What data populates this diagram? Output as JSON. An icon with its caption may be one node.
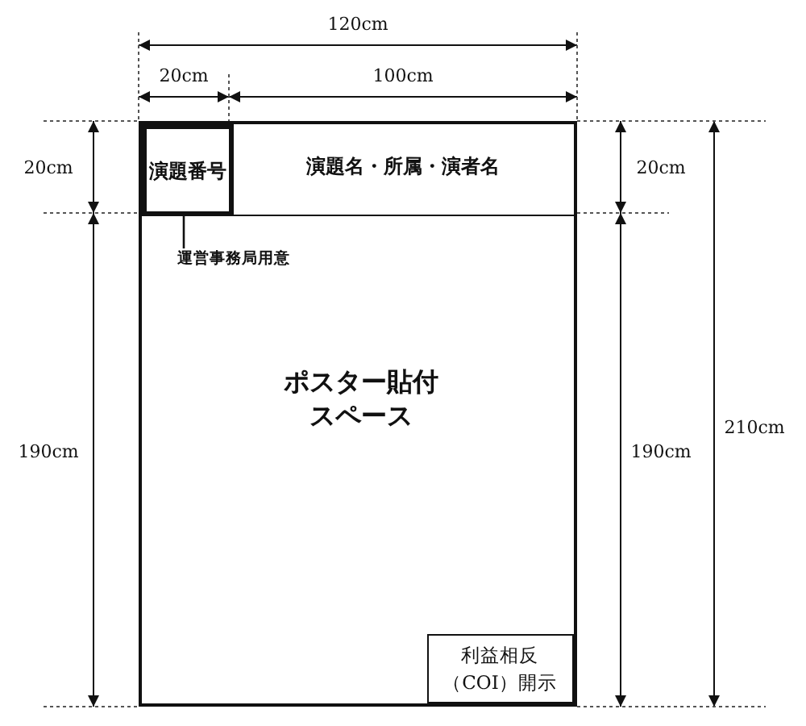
{
  "diagram": {
    "nodes": [
      {
        "text": [
          "ポスター貼付スペース"
        ]
      },
      {
        "text": [
          "演題名・所属・演者名"
        ],
        "in": 0
      },
      {
        "text": [
          "演題番号"
        ],
        "in": 1
      },
      {
        "text": [
          "運営事務局用意"
        ],
        "in": 0
      },
      {
        "text": [
          "利益相反（COI）開示"
        ],
        "in": 0
      }
    ],
    "edges": [
      {
        "from": 2,
        "to": 3,
        "arrow": "none"
      }
    ],
    "labels": [
      "120cm",
      "20cm",
      "100cm",
      "20cm",
      "20cm",
      "210cm",
      "190cm",
      "190cm"
    ]
  }
}
